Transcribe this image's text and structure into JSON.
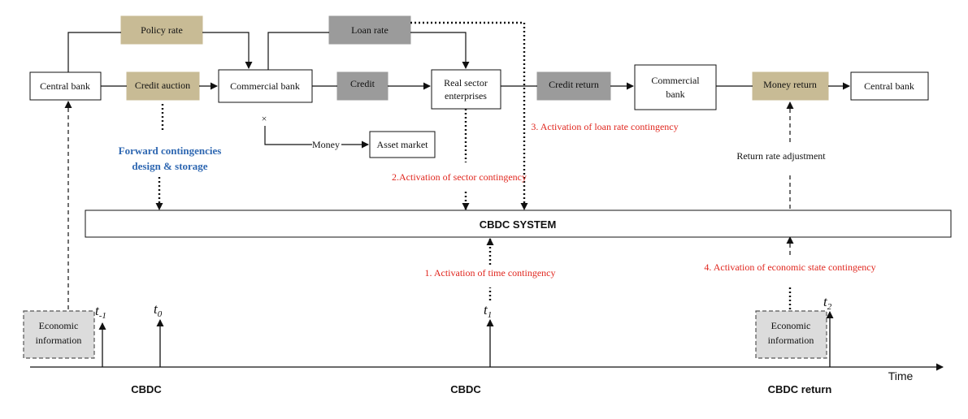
{
  "colors": {
    "tan": "#c8bb95",
    "gray": "#9b9b9b",
    "light_gray": "#dcdcdc",
    "red": "#e0261e",
    "blue": "#2e67b1"
  },
  "boxes": {
    "central_bank_left": "Central bank",
    "policy_rate": "Policy rate",
    "credit_auction": "Credit auction",
    "commercial_bank_1": "Commercial bank",
    "loan_rate": "Loan rate",
    "credit": "Credit",
    "real_sector_line1": "Real  sector",
    "real_sector_line2": "enterprises",
    "credit_return": "Credit return",
    "commercial_bank_2_line1": "Commercial",
    "commercial_bank_2_line2": "bank",
    "money_return": "Money return",
    "central_bank_right": "Central bank",
    "asset_market": "Asset market",
    "cbdc_system": "CBDC SYSTEM",
    "econ_info_left_line1": "Economic",
    "econ_info_left_line2": "information",
    "econ_info_right_line1": "Economic",
    "econ_info_right_line2": "information"
  },
  "labels": {
    "money": "Money",
    "cross": "×",
    "forward_line1": "Forward contingencies",
    "forward_line2": "design & storage",
    "return_rate": "Return rate adjustment",
    "activation_1": "1. Activation of time contingency",
    "activation_2": "2.Activation of sector contingency",
    "activation_3": "3. Activation of loan rate contingency",
    "activation_4": "4. Activation of economic state contingency"
  },
  "timeline": {
    "t_minus1": "t",
    "t_minus1_sub": "-1",
    "t0": "t",
    "t0_sub": "0",
    "t1": "t",
    "t1_sub": "1",
    "t2": "t",
    "t2_sub": "2",
    "axis_label": "Time",
    "cbdc_1": "CBDC",
    "cbdc_2": "CBDC",
    "cbdc_return": "CBDC return"
  }
}
